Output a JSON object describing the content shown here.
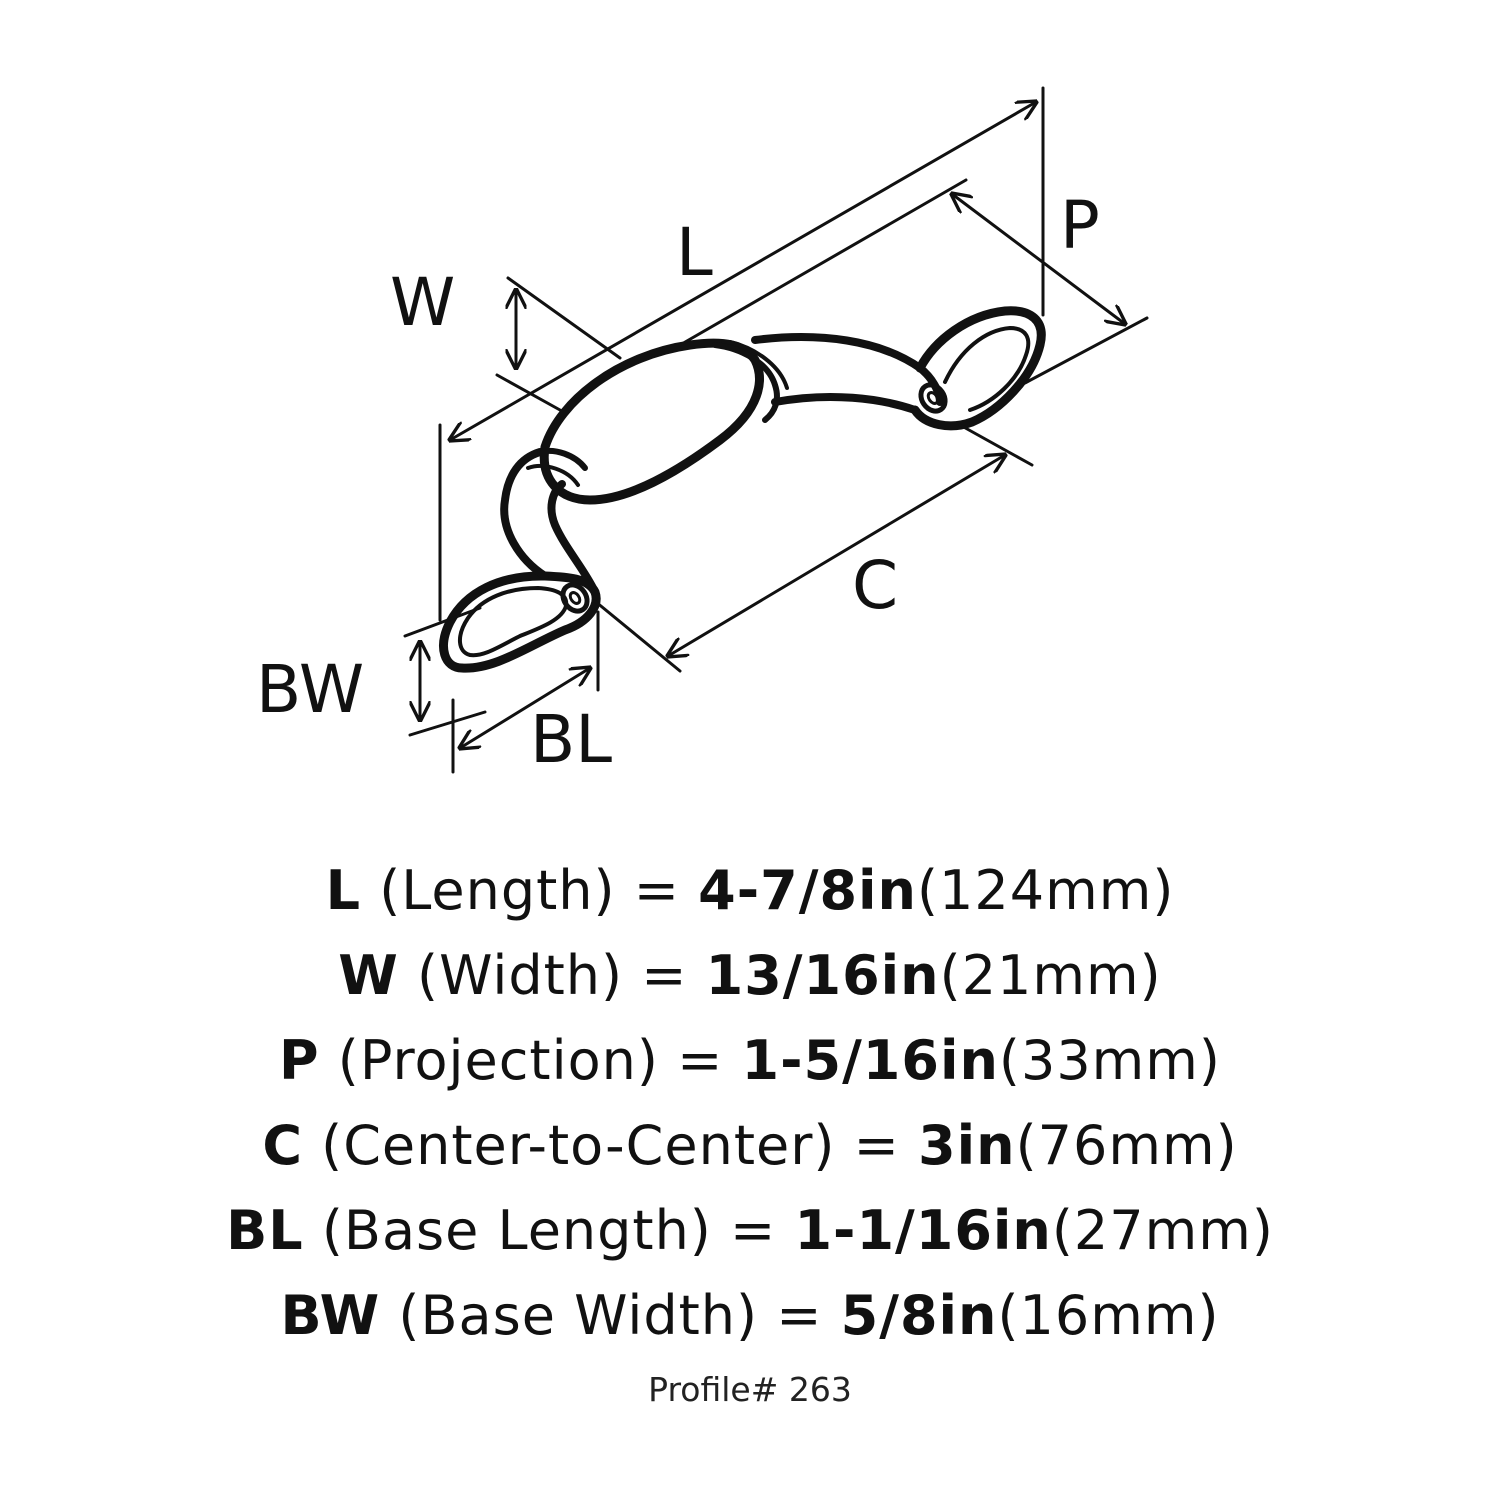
{
  "diagram": {
    "labels": {
      "length": "L",
      "width": "W",
      "projection": "P",
      "center": "C",
      "base_length": "BL",
      "base_width": "BW"
    }
  },
  "specs": [
    {
      "code": "L",
      "name": "(Length) =",
      "imperial": "4-7/8in",
      "metric": "(124mm)"
    },
    {
      "code": "W",
      "name": "(Width) =",
      "imperial": "13/16in",
      "metric": "(21mm)"
    },
    {
      "code": "P",
      "name": "(Projection) =",
      "imperial": "1-5/16in",
      "metric": "(33mm)"
    },
    {
      "code": "C",
      "name": "(Center-to-Center) =",
      "imperial": "3in",
      "metric": "(76mm)"
    },
    {
      "code": "BL",
      "name": "(Base Length) =",
      "imperial": "1-1/16in",
      "metric": "(27mm)"
    },
    {
      "code": "BW",
      "name": "(Base Width) =",
      "imperial": "5/8in",
      "metric": "(16mm)"
    }
  ],
  "profile": "Profile# 263",
  "colors": {
    "ink": "#111111",
    "background": "#ffffff"
  }
}
